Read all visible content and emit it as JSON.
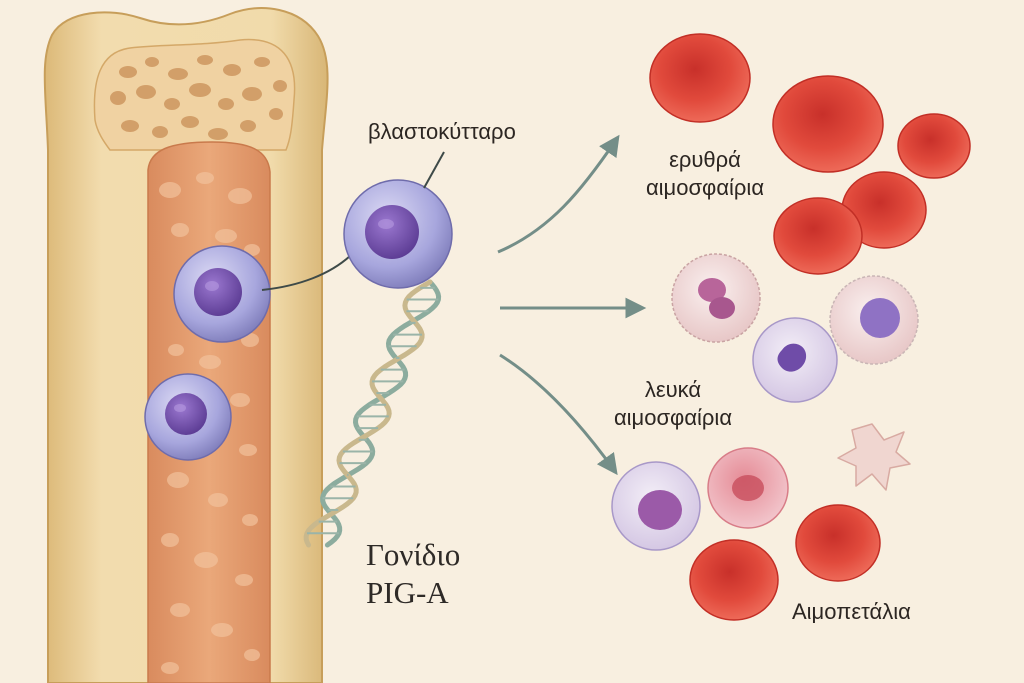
{
  "labels": {
    "stem_cell": "βλαστοκύτταρο",
    "red_cells_line1": "ερυθρά",
    "red_cells_line2": "αιμοσφαίρια",
    "white_cells_line1": "λευκά",
    "white_cells_line2": "αιμοσφαίρια",
    "platelets": "Αιμοπετάλια",
    "gene_line1": "Γονίδιο",
    "gene_line2": "PIG-A"
  },
  "colors": {
    "background": "#f8efe0",
    "bone": "#ecd3a0",
    "marrow": "#e6a274",
    "stem_cell": "#a7a6dd",
    "nucleus": "#6e4aa8",
    "red_cell": "#e14a3c",
    "white_cell": "#f1dede",
    "platelet": "#f0d6d0",
    "dna_a": "#8cac9e",
    "dna_b": "#c9b88d",
    "arrow": "#748e88"
  }
}
